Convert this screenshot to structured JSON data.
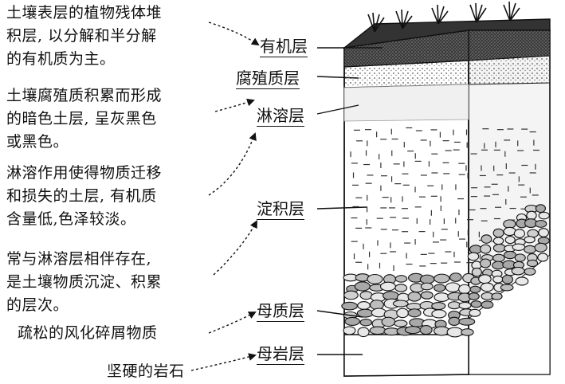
{
  "descriptions": [
    {
      "id": "organic",
      "text": "土壤表层的植物残体堆\n积层, 以分解和半分解\n的有机质为主。"
    },
    {
      "id": "humus",
      "text": "土壤腐殖质积累而形成\n的暗色土层, 呈灰黑色\n或黑色。"
    },
    {
      "id": "leaching",
      "text": "淋溶作用使得物质迁移\n和损失的土层, 有机质\n含量低,色泽较淡。"
    },
    {
      "id": "deposition",
      "text": "常与淋溶层相伴存在,\n是土壤物质沉淀、积累\n的层次。"
    },
    {
      "id": "parent_material",
      "text": "疏松的风化碎屑物质"
    },
    {
      "id": "bedrock",
      "text": "坚硬的岩石"
    }
  ],
  "layers": [
    {
      "id": "organic",
      "label": "有机层"
    },
    {
      "id": "humus",
      "label": "腐殖质层"
    },
    {
      "id": "leaching",
      "label": "淋溶层"
    },
    {
      "id": "deposition",
      "label": "淀积层"
    },
    {
      "id": "parent_material",
      "label": "母质层"
    },
    {
      "id": "bedrock",
      "label": "母岩层"
    }
  ],
  "colors": {
    "line": "#111111",
    "organic": "#3a3a3a",
    "humus": "#8a8a8a",
    "leaching": "#f2f2f2",
    "deposition": "#ececec",
    "pebble": "#cfcfcf",
    "bedrock": "#ffffff"
  }
}
